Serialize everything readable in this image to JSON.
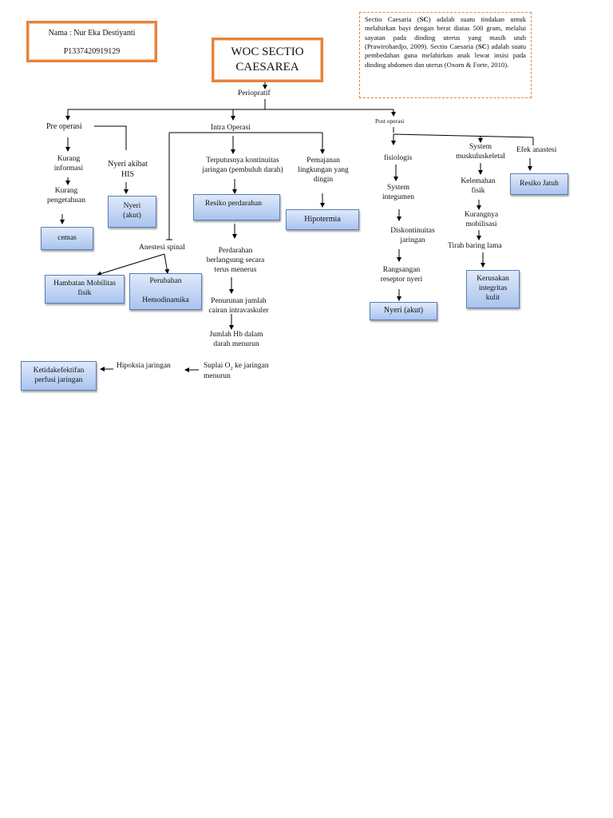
{
  "header": {
    "name": "Nama : Nur Eka Destiyanti",
    "nim": "P1337420919129",
    "title": "WOC SECTIO\nCAESAREA"
  },
  "definition": {
    "p1": "Sectio Caesaria (",
    "b1": "SC",
    "p2": ") adalah suatu tindakan untuk melahirkan bayi dengan berat diatas 500 gram, melalui sayatan pada dinding uterus yang masih utuh (Prawirohardjo, 2009). Sectio Caesaria (",
    "b2": "SC",
    "p3": ") adalah suatu pembedahan guna melahirkan anak lewat insisi pada dinding abdomen dan uterus (Oxorn & Forte, 2010)."
  },
  "nodes": {
    "periopratif": "Periopratif",
    "pre_operasi": "Pre operasi",
    "intra_operasi": "Intra Operasi",
    "post_operasi": "Post operasi",
    "kurang_informasi": "Kurang\ninformasi",
    "kurang_pengetahuan": "Kurang\npengetahuan",
    "nyeri_his": "Nyeri akibat\nHIS",
    "anestesi_spinal": "Anestesi spinal",
    "terputusnya": "Terputusnya kontinuitas\njaringan (pembuluh darah)",
    "pemajanan": "Pemajanan\nlingkungan yang\ndingin",
    "perdarahan": "Perdarahan\nberlangsung secara\nterus menerus",
    "penurunan": "Penurunan jumlah\ncairan intravaskuler",
    "jumlah_hb": "Jumlah Hb dalam\ndarah menurun",
    "suplai_o2_a": "Suplai O",
    "suplai_o2_sub": "2",
    "suplai_o2_b": " ke jaringan\nmenurun",
    "hipoksia": "Hipoksia jaringan",
    "fisiologis": "fisiologis",
    "system_integumen": "System\nintegumen",
    "diskontinuitas": "Diskontinuitas\njaringan",
    "rangsangan": "Rangsangan\nreseptor nyeri",
    "system_musk": "System\nmuskuluskeletal",
    "kelemahan": "Kelemahan\nfisik",
    "kurangnya_mobilisasi": "Kurangnya\nmobilisasi",
    "tirah_baring": "Tirah baring lama",
    "efek_anastesi": "Efek anastesi"
  },
  "diagnoses": {
    "cemas": "cemas",
    "nyeri_akut_1": "Nyeri\n(akut)",
    "hambatan_mobilitas": "Hambatan Mobilitas\nfisik",
    "perubahan_hemodinamika": "Perubahan\n\nHemodinamika",
    "resiko_perdarahan": "Resiko perdarahan",
    "hipotermia": "Hipotermia",
    "ketidakefektifan": "Ketidakefektifan\nperfusi jaringan",
    "nyeri_akut_2": "Nyeri (akut)",
    "resiko_jatuh": "Resiko Jatuh",
    "kerusakan_integritas": "Kerusakan\nintegritas\nkulit"
  }
}
